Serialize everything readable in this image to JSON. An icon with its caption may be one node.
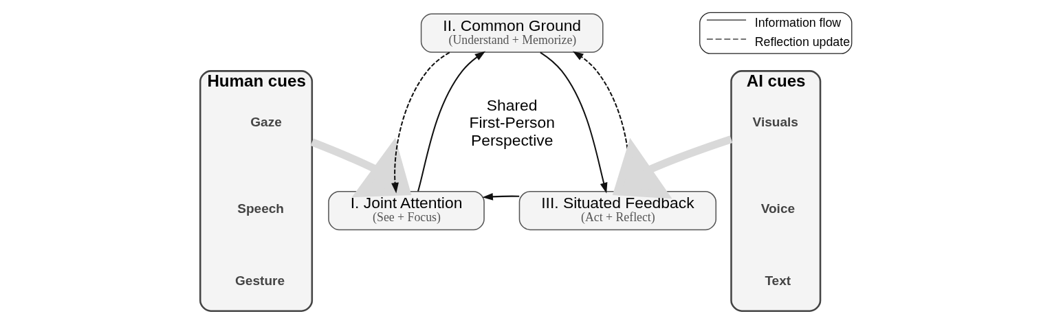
{
  "diagram": {
    "nodes": [
      {
        "text": [
          "Human cues"
        ]
      },
      {
        "text": [
          "Gaze"
        ],
        "in": 0
      },
      {
        "text": [
          "Speech"
        ],
        "in": 0
      },
      {
        "text": [
          "Gesture"
        ],
        "in": 0
      },
      {
        "text": [
          "II. Common Ground",
          "(Understand + Memorize)"
        ]
      },
      {
        "text": [
          "I. Joint Attention",
          "(See + Focus)"
        ]
      },
      {
        "text": [
          "III. Situated Feedback",
          "(Act + Reflect)"
        ]
      },
      {
        "text": [
          "AI cues"
        ]
      },
      {
        "text": [
          "Visuals"
        ],
        "in": 7
      },
      {
        "text": [
          "Voice"
        ],
        "in": 7
      },
      {
        "text": [
          "Text"
        ],
        "in": 7
      }
    ],
    "edges": [
      {
        "from": 0,
        "to": 5,
        "arrow": "to",
        "style": "thick",
        "color": "#d9d9d9"
      },
      {
        "from": 4,
        "to": 5,
        "arrow": "to",
        "style": "dashed"
      },
      {
        "from": 5,
        "to": 4,
        "arrow": "to"
      },
      {
        "from": 4,
        "to": 6,
        "arrow": "to"
      },
      {
        "from": 6,
        "to": 4,
        "arrow": "to",
        "style": "dashed"
      },
      {
        "from": 6,
        "to": 5,
        "arrow": "to"
      },
      {
        "from": 7,
        "to": 6,
        "arrow": "to",
        "style": "thick",
        "color": "#d9d9d9"
      }
    ],
    "labels": [
      "Shared First-Person Perspective"
    ],
    "legend": [
      {
        "text": "Information flow"
      },
      {
        "text": "Reflection update"
      }
    ]
  }
}
